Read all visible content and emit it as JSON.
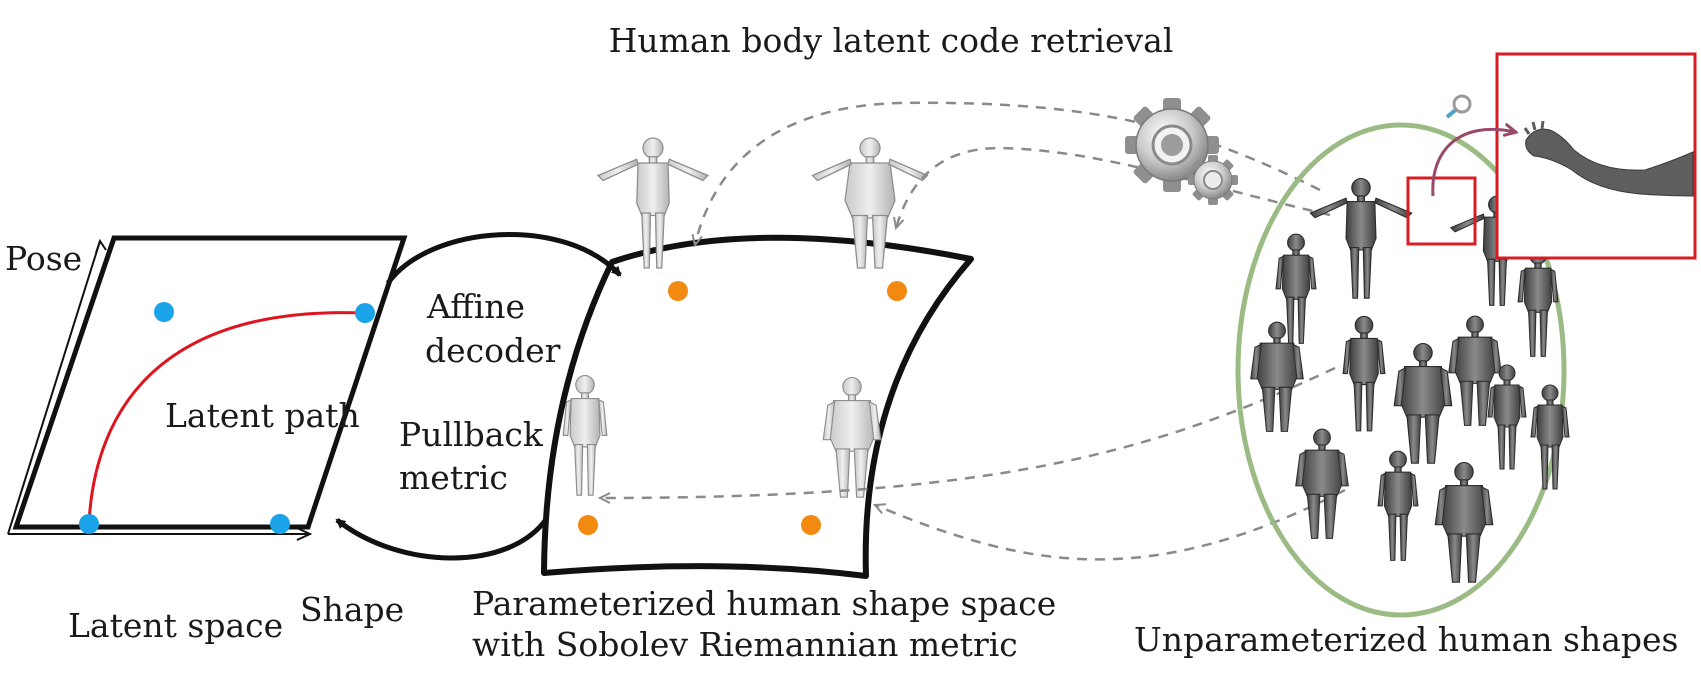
{
  "title": "Human body latent code retrieval",
  "latent_space": {
    "label": "Latent space",
    "axis_pose": "Pose",
    "axis_shape": "Shape",
    "path_label": "Latent path",
    "point_color": "#1aa3e8",
    "path_color": "#e0141e"
  },
  "mapping": {
    "forward_label_line1": "Affine",
    "forward_label_line2": "decoder",
    "backward_label_line1": "Pullback",
    "backward_label_line2": "metric"
  },
  "shape_space": {
    "caption_line1": "Parameterized human shape space",
    "caption_line2": "with Sobolev Riemannian metric",
    "point_color": "#f28a12"
  },
  "unparameterized": {
    "caption": "Unparameterized human shapes",
    "ellipse_color": "#9bbb84",
    "highlight_color": "#d81c24"
  },
  "icons": {
    "gears": "gear-icon",
    "magnifier": "magnifier-icon"
  }
}
